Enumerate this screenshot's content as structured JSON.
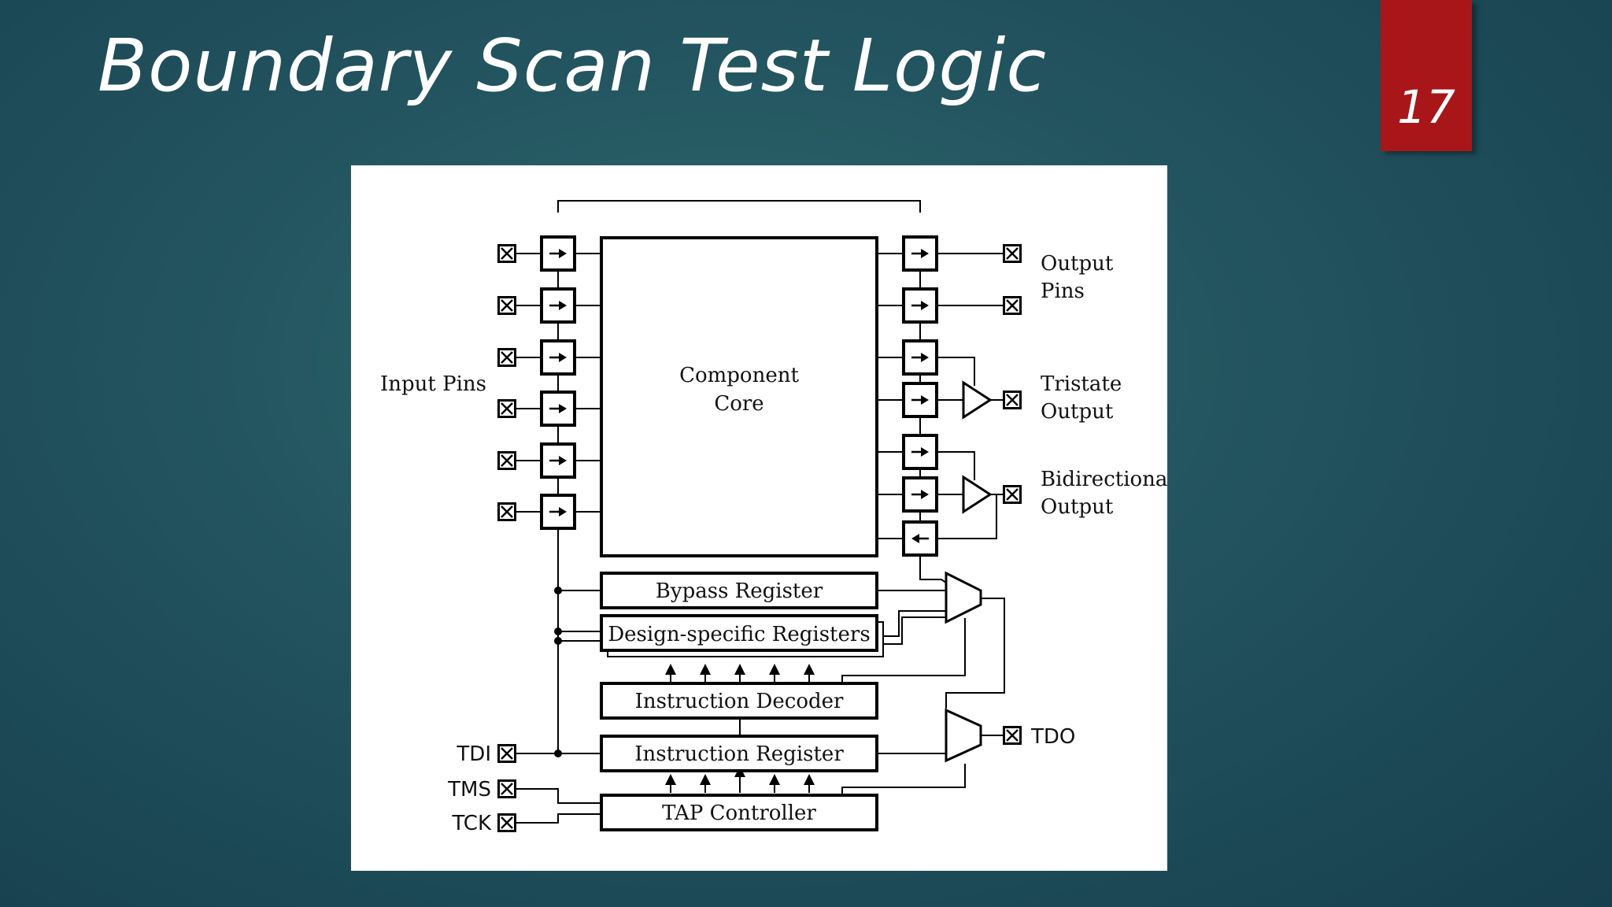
{
  "slide": {
    "title": "Boundary Scan Test Logic",
    "number": "17",
    "colors": {
      "background": "#235560",
      "badge": "#a8161a",
      "title": "#ffffff"
    }
  },
  "diagram": {
    "core_label_line1": "Component",
    "core_label_line2": "Core",
    "input_pins_label": "Input Pins",
    "output_pins_line1": "Output",
    "output_pins_line2": "Pins",
    "tristate_line1": "Tristate",
    "tristate_line2": "Output",
    "bidirectional_line1": "Bidirectional",
    "bidirectional_line2": "Output",
    "bypass_register": "Bypass Register",
    "design_specific_registers": "Design-specific Registers",
    "instruction_decoder": "Instruction Decoder",
    "instruction_register": "Instruction Register",
    "tap_controller": "TAP Controller",
    "tdi": "TDI",
    "tms": "TMS",
    "tck": "TCK",
    "tdo": "TDO"
  }
}
